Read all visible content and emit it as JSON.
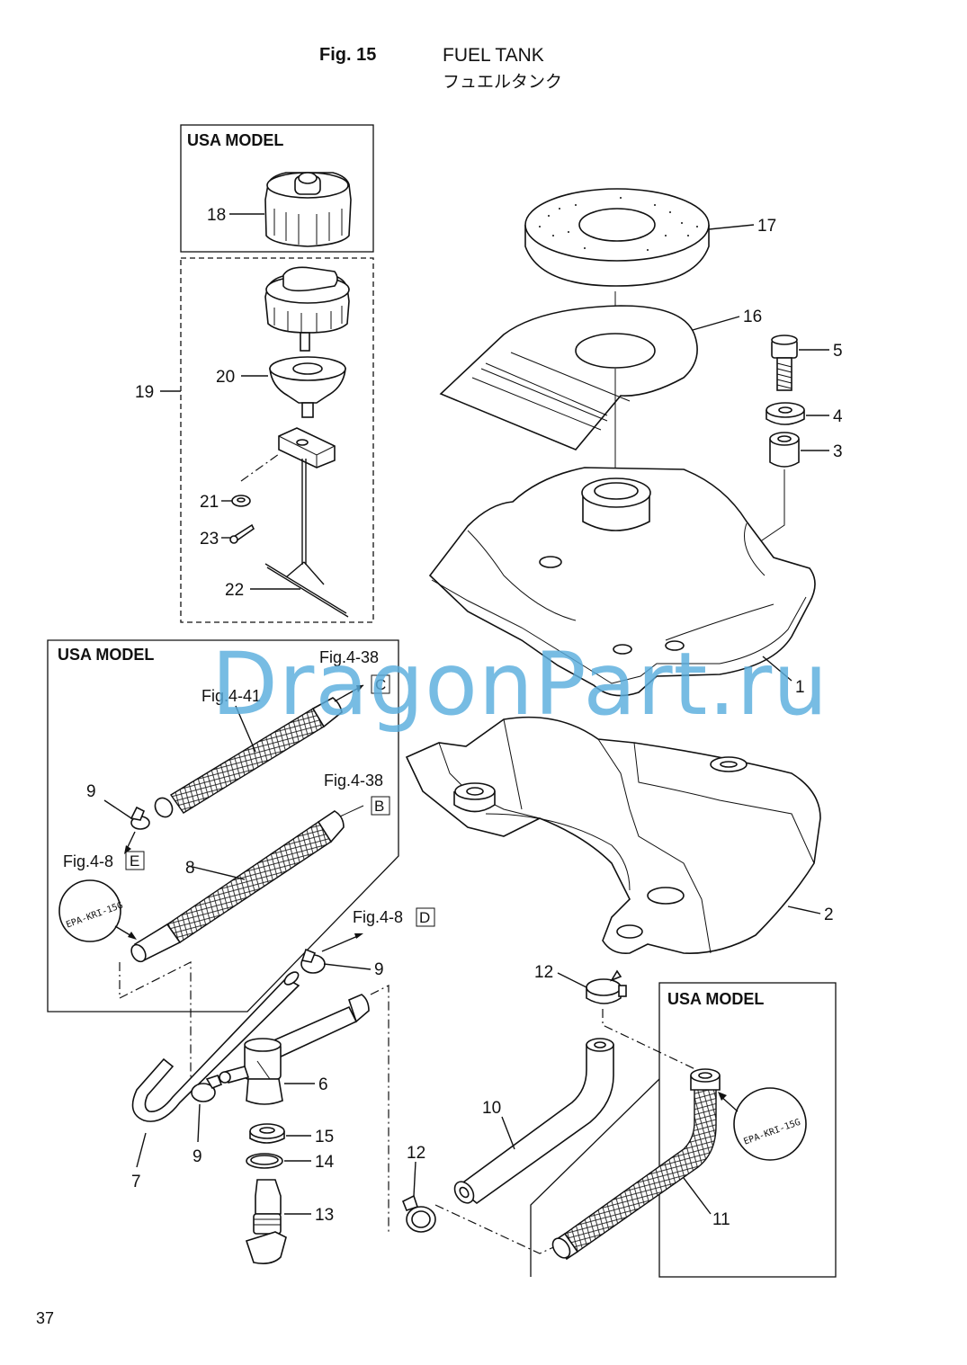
{
  "header": {
    "figure_number": "Fig. 15",
    "title": "FUEL TANK",
    "title_japanese": "フュエルタンク"
  },
  "watermark": "DragonPart.ru",
  "page_number": "37",
  "boxes": {
    "usa_model_cap": "USA MODEL",
    "usa_model_hoses": "USA MODEL",
    "usa_model_hose11": "USA MODEL"
  },
  "references": {
    "fig_4_38_c": "Fig.4-38",
    "fig_4_38_c_letter": "C",
    "fig_4_41": "Fig.4-41",
    "fig_4_38_b": "Fig.4-38",
    "fig_4_38_b_letter": "B",
    "fig_4_8_e": "Fig.4-8",
    "fig_4_8_e_letter": "E",
    "fig_4_8_d": "Fig.4-8",
    "fig_4_8_d_letter": "D"
  },
  "stamps": {
    "left": "EPA-KRI-15G",
    "right": "EPA-KRI-15G"
  },
  "part_labels": {
    "p1": "1",
    "p2": "2",
    "p3": "3",
    "p4": "4",
    "p5": "5",
    "p6": "6",
    "p7": "7",
    "p8": "8",
    "p9a": "9",
    "p9b": "9",
    "p9c": "9",
    "p10": "10",
    "p11": "11",
    "p12a": "12",
    "p12b": "12",
    "p13": "13",
    "p14": "14",
    "p15": "15",
    "p16": "16",
    "p17": "17",
    "p18": "18",
    "p19": "19",
    "p20": "20",
    "p21": "21",
    "p22": "22",
    "p23": "23"
  }
}
